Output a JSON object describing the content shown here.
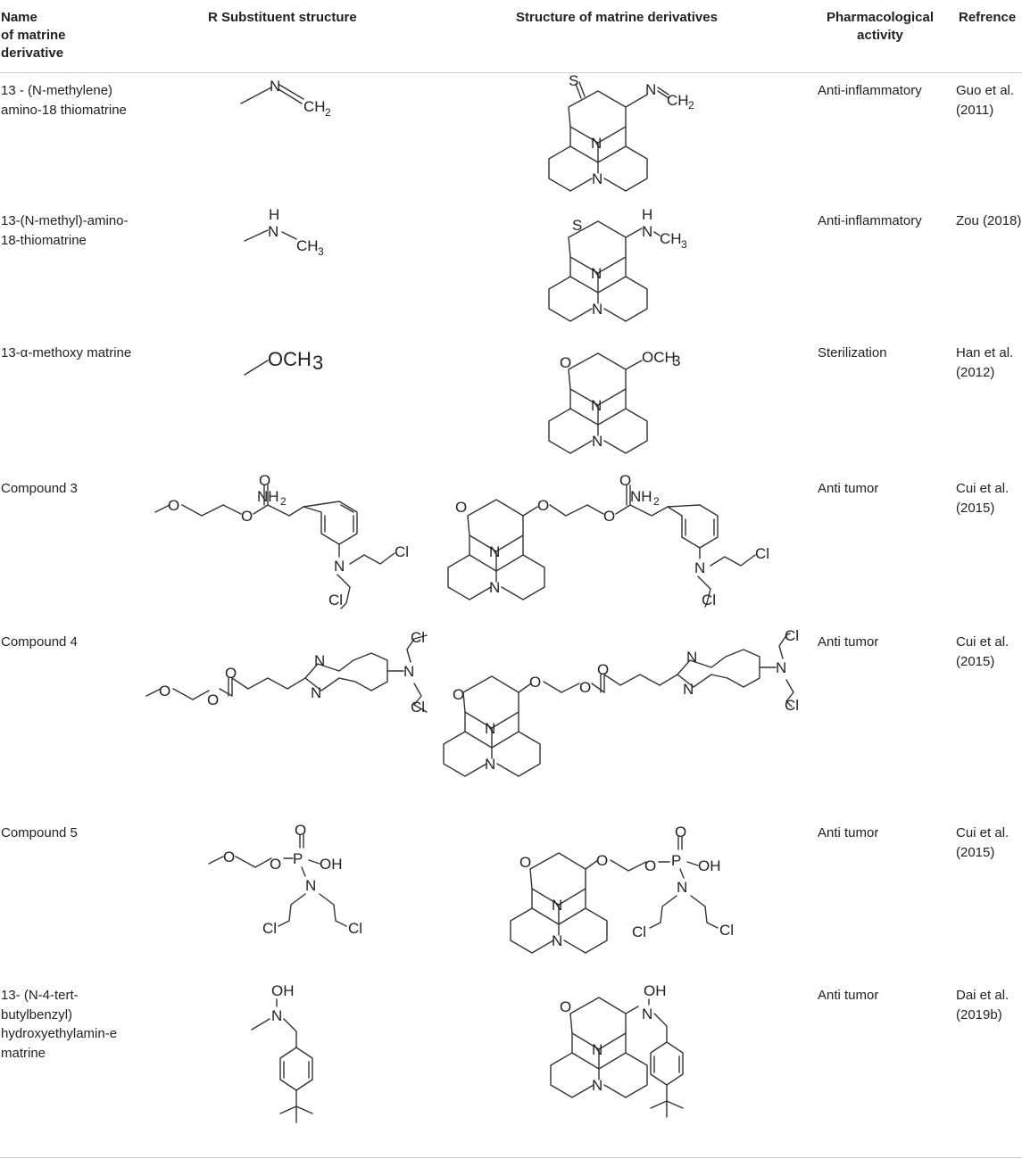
{
  "headers": {
    "name": "Name\nof matrine\nderivative",
    "substituent": "R Substituent structure",
    "structure": "Structure of matrine derivatives",
    "activity": "Pharmacological\nactivity",
    "reference": "Refrence"
  },
  "rows": [
    {
      "name": "13 - (N-methylene) amino-18 thiomatrine",
      "activity": "Anti-inflammatory",
      "reference": "Guo et al. (2011)"
    },
    {
      "name": "13-(N-methyl)-amino-18-thiomatrine",
      "activity": "Anti-inflammatory",
      "reference": "Zou (2018)"
    },
    {
      "name": "13-α-methoxy matrine",
      "activity": "Sterilization",
      "reference": "Han et al. (2012)"
    },
    {
      "name": "Compound 3",
      "activity": "Anti tumor",
      "reference": "Cui et al. (2015)"
    },
    {
      "name": "Compound 4",
      "activity": "Anti tumor",
      "reference": "Cui et al. (2015)"
    },
    {
      "name": "Compound 5",
      "activity": "Anti tumor",
      "reference": "Cui et al. (2015)"
    },
    {
      "name": "13- (N-4-tert-butylbenzyl) hydroxyethylamin-e matrine",
      "activity": "Anti tumor",
      "reference": "Dai et al. (2019b)"
    }
  ],
  "atoms": {
    "n": "N",
    "ch2": "CH",
    "two": "2",
    "h": "H",
    "ch3": "CH",
    "three": "3",
    "s": "S",
    "o": "O",
    "och3": "OCH",
    "nh2": "NH",
    "cl": "Cl",
    "p": "P",
    "oh": "OH"
  }
}
